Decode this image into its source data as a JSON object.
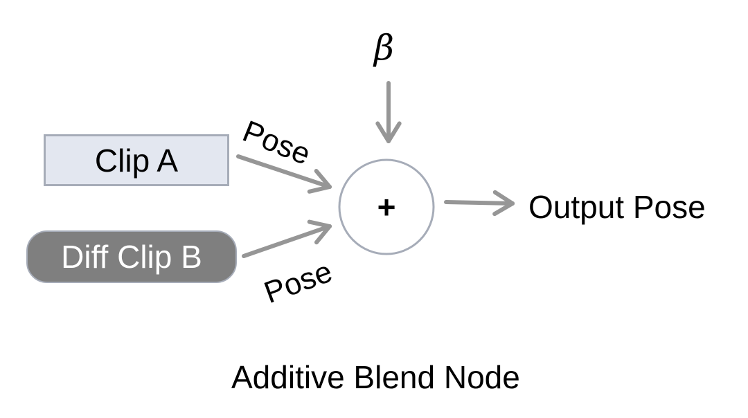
{
  "diagram": {
    "title": "Additive Blend Node",
    "inputs": [
      {
        "id": "clip-a",
        "label": "Clip A",
        "style": "rectangle",
        "fill": "#e3e7f0",
        "border": "#a6acb8",
        "text_color": "#000000"
      },
      {
        "id": "diff-clip-b",
        "label": "Diff Clip B",
        "style": "rounded-pill",
        "fill": "#7f7f7f",
        "border": "#a6acb8",
        "text_color": "#ffffff"
      }
    ],
    "edges": [
      {
        "from": "clip-a",
        "to": "blend-node",
        "label": "Pose"
      },
      {
        "from": "diff-clip-b",
        "to": "blend-node",
        "label": "Pose"
      },
      {
        "from": "beta",
        "to": "blend-node",
        "label": ""
      },
      {
        "from": "blend-node",
        "to": "output",
        "label": ""
      }
    ],
    "parameter": {
      "symbol": "β"
    },
    "node": {
      "id": "blend-node",
      "operator": "+",
      "border": "#a6acb8",
      "fill": "#ffffff"
    },
    "output": {
      "label": "Output Pose"
    },
    "arrow_color": "#969696"
  }
}
